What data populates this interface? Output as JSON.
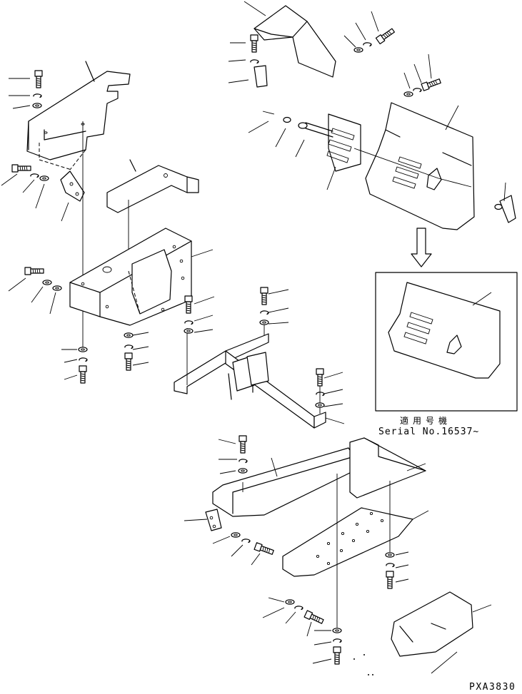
{
  "diagram": {
    "inset": {
      "applicable_label": "適用号機",
      "serial_label": "Serial No.16537~"
    },
    "drawing_number": "PXA3830"
  }
}
